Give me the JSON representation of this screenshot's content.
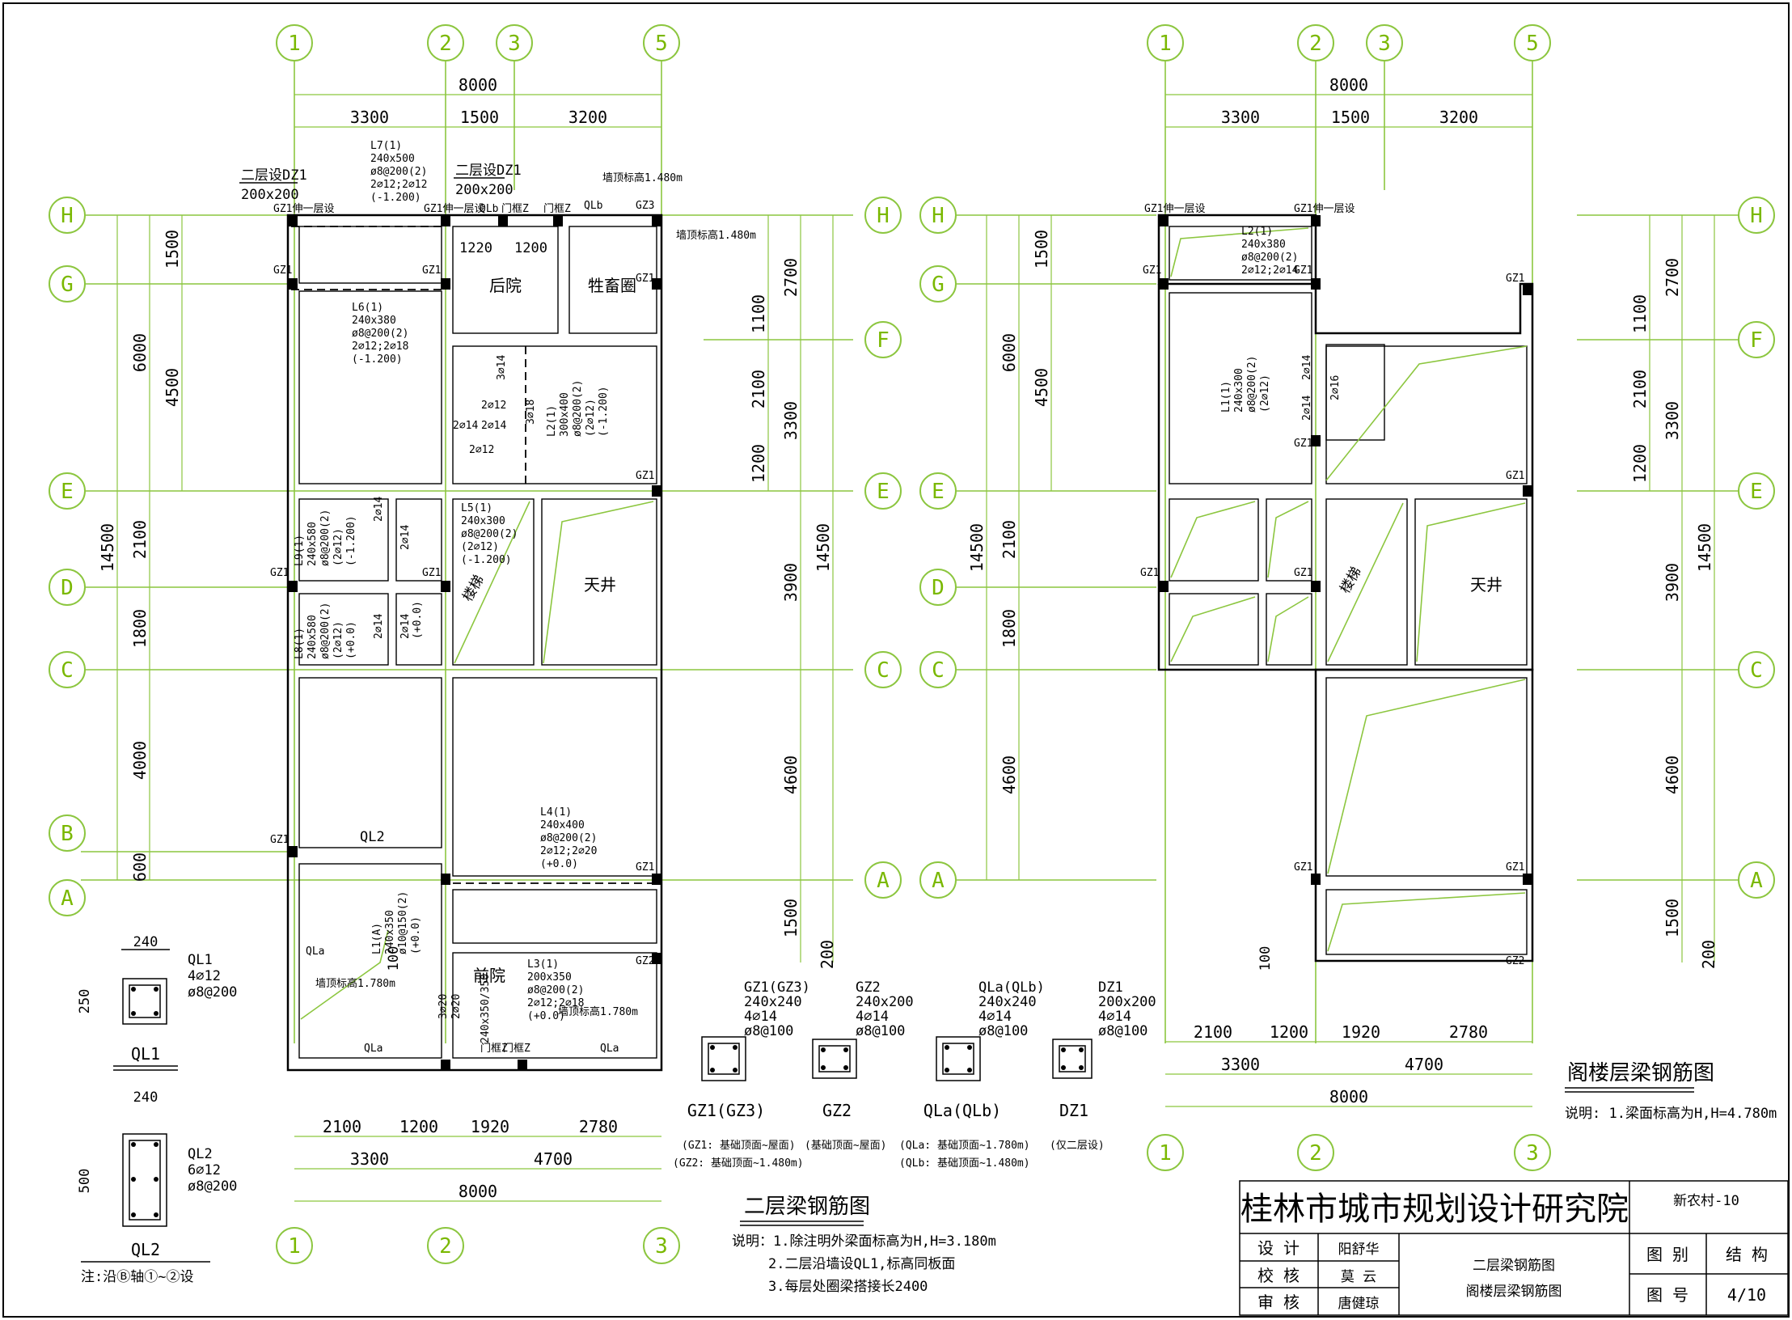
{
  "sheet": {
    "institute": "桂林市城市规划设计研究院",
    "project": "新农村-10",
    "title_line1": "二层梁钢筋图",
    "title_line2": "阁楼层梁钢筋图",
    "role_design": "设 计",
    "role_check": "校 核",
    "role_review": "审 核",
    "name_design": "阳舒华",
    "name_check": "莫 云",
    "name_review": "唐健琼",
    "label_category": "图 别",
    "value_category": "结 构",
    "label_number": "图 号",
    "value_number": "4/10"
  },
  "grid": {
    "axes_num": [
      "1",
      "2",
      "3",
      "5"
    ],
    "axes_num_bottom": [
      "1",
      "2",
      "3"
    ],
    "axes_letter": [
      "H",
      "G",
      "F",
      "E",
      "D",
      "C",
      "B",
      "A"
    ]
  },
  "dims": {
    "top_total": "8000",
    "top_1_2": "3300",
    "top_2_3": "1500",
    "top_3_5": "3200",
    "bot_a": "2100",
    "bot_b": "1200",
    "bot_c": "1920",
    "bot_d": "2780",
    "bot_e": "3300",
    "bot_f": "4700",
    "bot_g": "8000",
    "left_total": "14500",
    "left_6000": "6000",
    "left_1500": "1500",
    "left_4500": "4500",
    "left_2100": "2100",
    "left_1800": "1800",
    "left_4000": "4000",
    "left_600": "600",
    "right_total": "14500",
    "right_2700": "2700",
    "right_1100": "1100",
    "right_2100": "2100",
    "right_3300": "3300",
    "right_1200": "1200",
    "right_3900": "3900",
    "right_4600": "4600",
    "right_1500": "1500",
    "right_200": "200",
    "left_100": "100"
  },
  "plan1": {
    "title": "二层梁钢筋图",
    "note_head": "说明：1.除注明外梁面标高为H,H=3.180m",
    "note_2": "2.二层沿墙设QL1,标高同板面",
    "note_3": "3.每层处圈梁搭接长2400",
    "room_backyard": "后院",
    "room_livestock": "牲畜圈",
    "room_skywell": "天井",
    "room_front": "前院",
    "room_stair": "楼梯",
    "dz1_a": "二层设DZ1",
    "dz1_a_size": "200x200",
    "dz1_b": "二层设DZ1",
    "dz1_b_size": "200x200",
    "wall_top1": "墙顶标高1.480m",
    "wall_top2": "墙顶标高1.480m",
    "wall_top3": "墙顶标高1.780m",
    "wall_top4": "墙顶标高1.780m",
    "gz1_top1": "GZ1伸一层设",
    "gz1_top2": "GZ1伸一层设",
    "qlb": "QLb",
    "qlb2": "QLb",
    "gz3": "GZ3",
    "menkz": "门框Z",
    "gz1": "GZ1",
    "gz2": "GZ2",
    "qla": "QLa",
    "ql2": "QL2",
    "d1220": "1220",
    "d1200": "1200",
    "l7": [
      "L7(1)",
      "240x500",
      "ø8@200(2)",
      "2⌀12;2⌀12",
      "(-1.200)"
    ],
    "l6": [
      "L6(1)",
      "240x380",
      "ø8@200(2)",
      "2⌀12;2⌀18",
      "(-1.200)"
    ],
    "l2": [
      "L2(1)",
      "300x400",
      "ø8@200(2)",
      "(2⌀12)",
      "(-1.200)"
    ],
    "l5": [
      "L5(1)",
      "240x300",
      "ø8@200(2)",
      "(2⌀12)",
      "(-1.200)"
    ],
    "l4": [
      "L4(1)",
      "240x400",
      "ø8@200(2)",
      "2⌀12;2⌀20",
      "(+0.0)"
    ],
    "l3": [
      "L3(1)",
      "200x350",
      "ø8@200(2)",
      "2⌀12;2⌀18",
      "(+0.0)"
    ],
    "l1": [
      "L1(A)",
      "240x350",
      "ø10@150(2)",
      "(+0.0)"
    ],
    "l9": [
      "L9(1)",
      "240x580",
      "ø8@200(2)",
      "(2⌀12)",
      "(-1.200)"
    ],
    "l8": [
      "L8(1)",
      "240x580",
      "ø8@200(2)",
      "(2⌀12)",
      "(+0.0)"
    ],
    "bar_2_14": "2⌀14",
    "bar_3_14": "3⌀14",
    "bar_2_12": "2⌀12",
    "bar_3_18": "3⌀18",
    "bar_3_20": "3⌀20",
    "bar_2_20": "2⌀20",
    "val_00": "(+0.0)",
    "l_240_350": "240x350/350"
  },
  "sections": {
    "ql1_w": "240",
    "ql1_h": "250",
    "ql1_name": "QL1",
    "ql1_bars": "4⌀12",
    "ql1_stir": "ø8@200",
    "ql2_w": "240",
    "ql2_h": "500",
    "ql2_name": "QL2",
    "ql2_bars": "6⌀12",
    "ql2_stir": "ø8@200",
    "ql2_note": "注:沿Ⓑ轴①~②设",
    "gz1_name": "GZ1(GZ3)",
    "gz1_size": "240x240",
    "gz1_bars": "4⌀14",
    "gz1_stir": "ø8@100",
    "gz1_cap": "GZ1(GZ3)",
    "gz1_note1": "(GZ1: 基础顶面~屋面)",
    "gz1_note2": "(GZ2: 基础顶面~1.480m)",
    "gz2_name": "GZ2",
    "gz2_size": "240x200",
    "gz2_bars": "4⌀14",
    "gz2_stir": "ø8@100",
    "gz2_cap": "GZ2",
    "gz2_note": "(基础顶面~屋面)",
    "qla_name": "QLa(QLb)",
    "qla_size": "240x240",
    "qla_bars": "4⌀14",
    "qla_stir": "ø8@100",
    "qla_cap": "QLa(QLb)",
    "qla_note1": "(QLa: 基础顶面~1.780m)",
    "qla_note2": "(QLb: 基础顶面~1.480m)",
    "dz1_name": "DZ1",
    "dz1_size": "200x200",
    "dz1_bars": "4⌀14",
    "dz1_stir": "ø8@100",
    "dz1_cap": "DZ1",
    "dz1_note": "(仅二层设)"
  },
  "plan2": {
    "title": "阁楼层梁钢筋图",
    "note": "说明: 1.梁面标高为H,H=4.780m",
    "room_stair": "楼梯",
    "room_skywell": "天井",
    "gz1_top1": "GZ1伸一层设",
    "gz1_top2": "GZ1伸一层设",
    "gz1": "GZ1",
    "gz2": "GZ2",
    "l2": [
      "L2(1)",
      "240x380",
      "ø8@200(2)",
      "2⌀12;2⌀14"
    ],
    "l1": [
      "L1(1)",
      "240x300",
      "ø8@200(2)",
      "(2⌀12)"
    ],
    "bar_2_14": "2⌀14",
    "bar_2_16": "2⌀16"
  }
}
